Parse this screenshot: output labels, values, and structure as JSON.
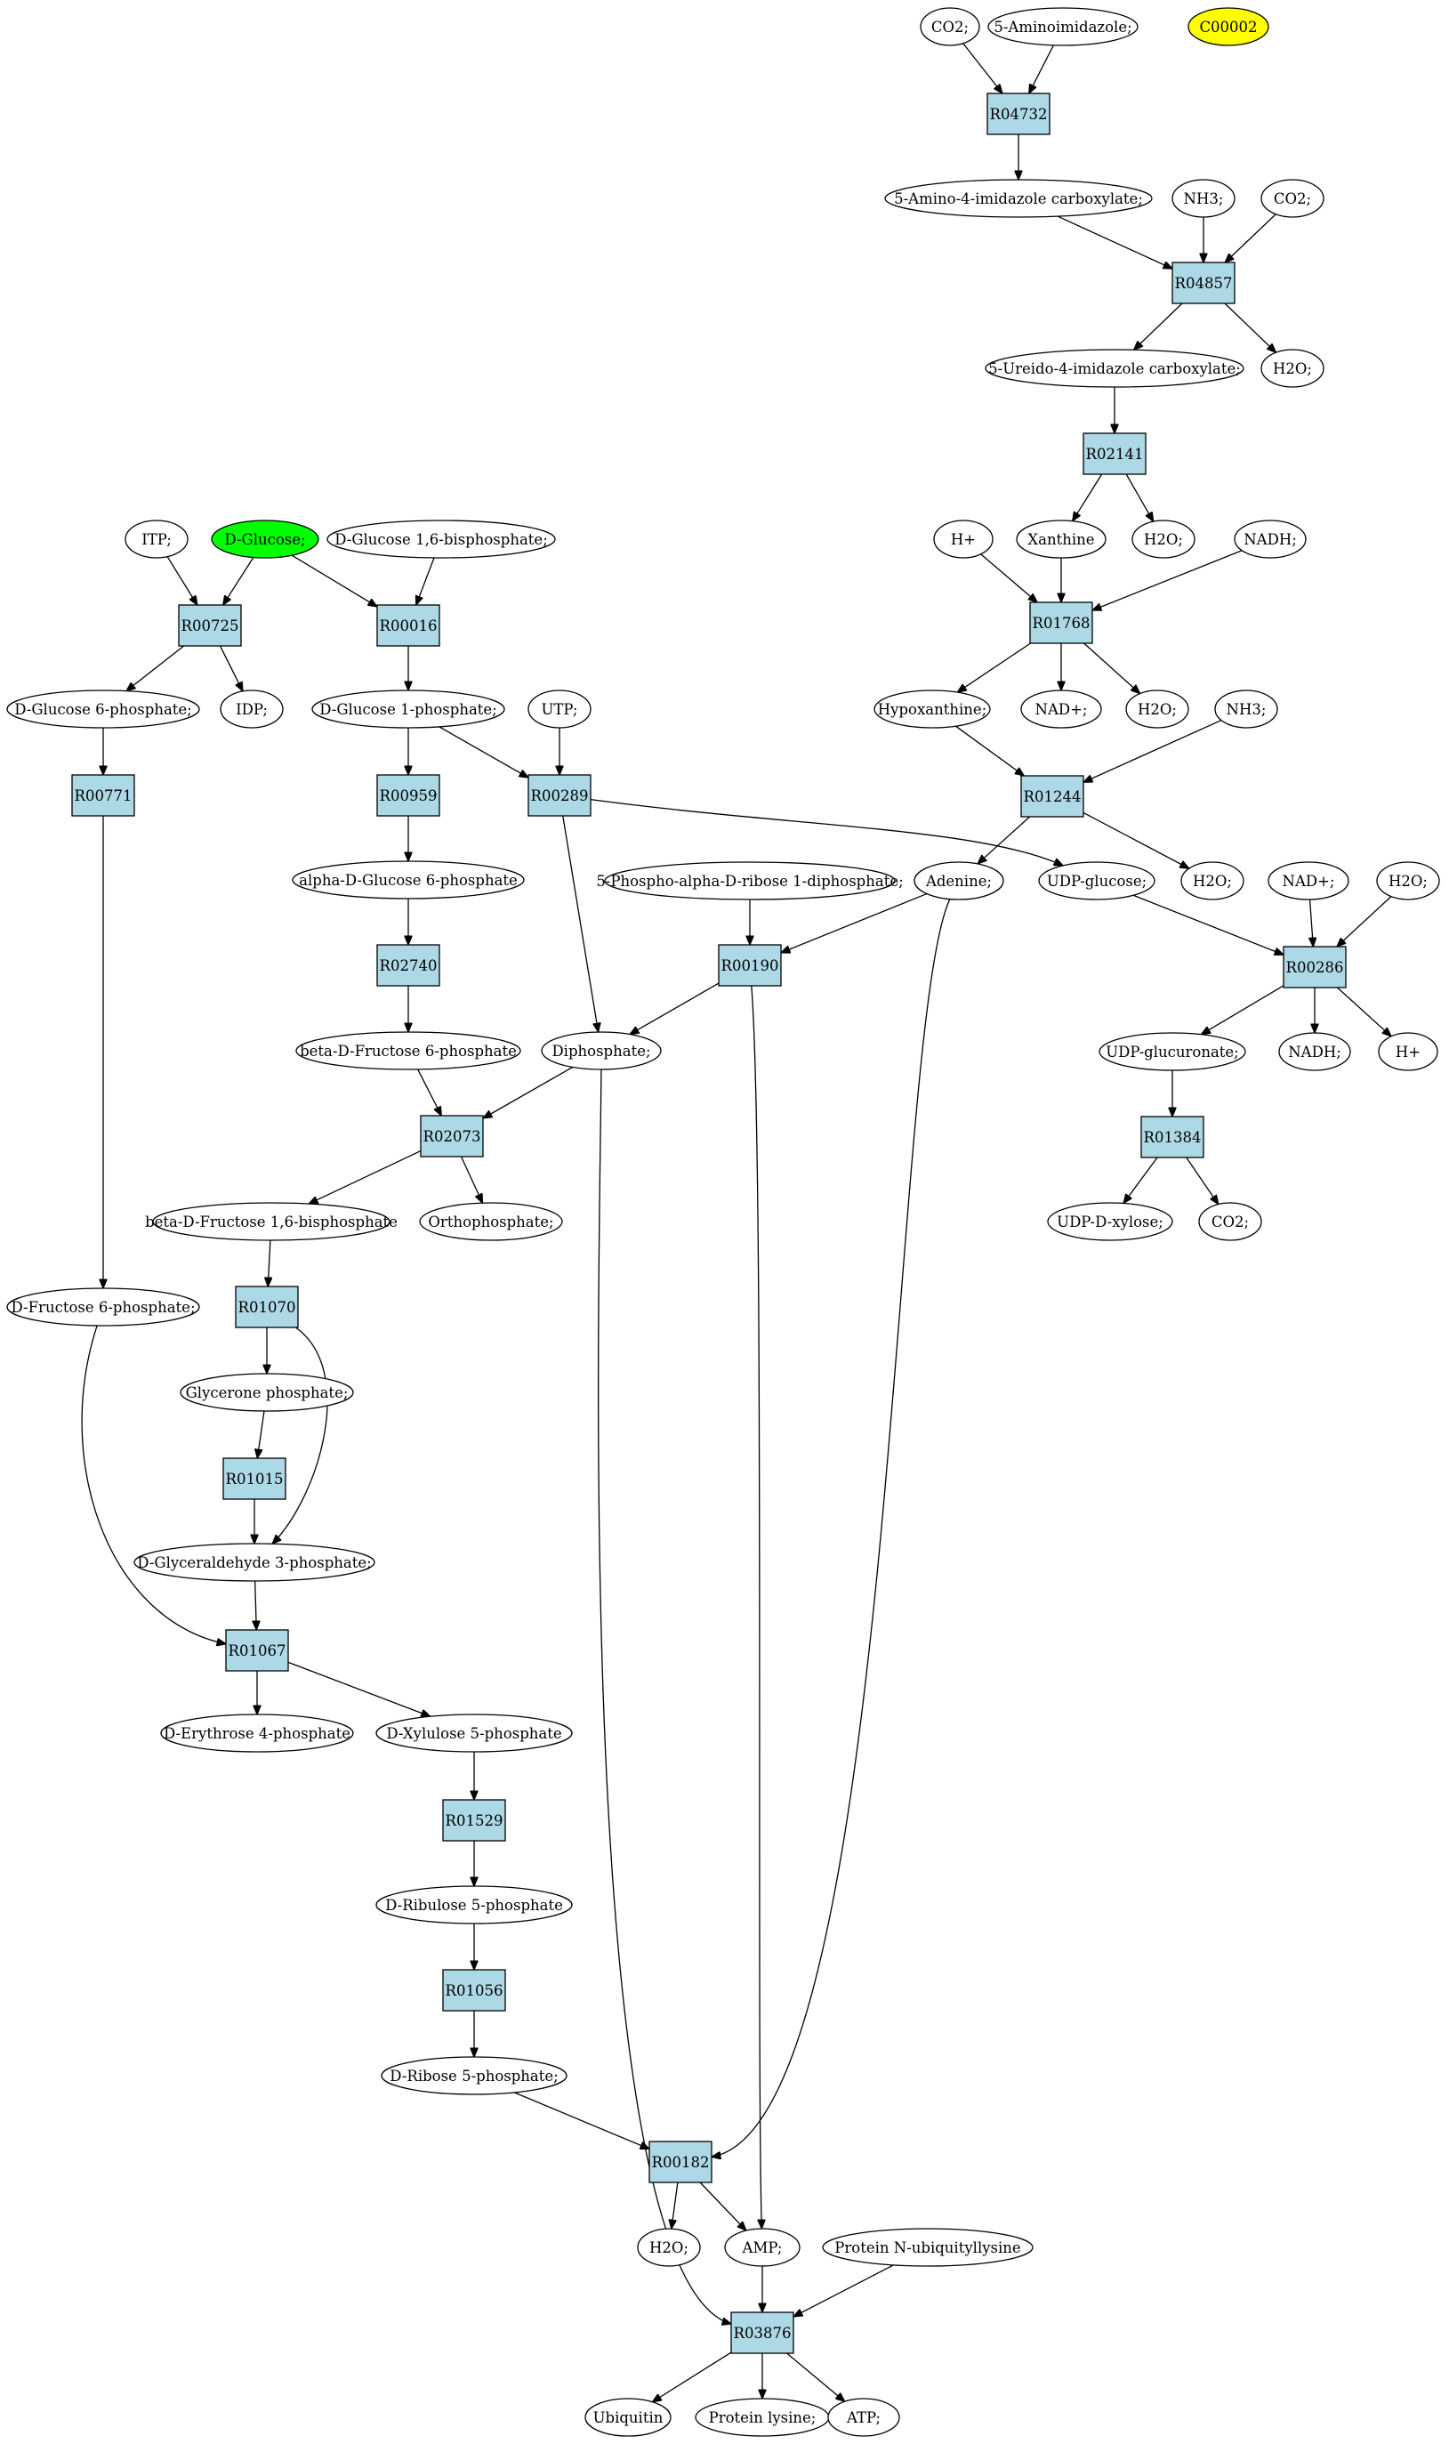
{
  "colors": {
    "reaction_fill": "#add8e6",
    "compound_fill": "#ffffff",
    "highlight_green": "#00ff00",
    "highlight_yellow": "#ffff00",
    "edge": "#000000"
  },
  "reactions": [
    {
      "id": "R04732",
      "label": "R04732"
    },
    {
      "id": "R04857",
      "label": "R04857"
    },
    {
      "id": "R02141",
      "label": "R02141"
    },
    {
      "id": "R01768",
      "label": "R01768"
    },
    {
      "id": "R01244",
      "label": "R01244"
    },
    {
      "id": "R00286",
      "label": "R00286"
    },
    {
      "id": "R01384",
      "label": "R01384"
    },
    {
      "id": "R00725",
      "label": "R00725"
    },
    {
      "id": "R00016",
      "label": "R00016"
    },
    {
      "id": "R00771",
      "label": "R00771"
    },
    {
      "id": "R00959",
      "label": "R00959"
    },
    {
      "id": "R00289",
      "label": "R00289"
    },
    {
      "id": "R02740",
      "label": "R02740"
    },
    {
      "id": "R00190",
      "label": "R00190"
    },
    {
      "id": "R02073",
      "label": "R02073"
    },
    {
      "id": "R01070",
      "label": "R01070"
    },
    {
      "id": "R01015",
      "label": "R01015"
    },
    {
      "id": "R01067",
      "label": "R01067"
    },
    {
      "id": "R01529",
      "label": "R01529"
    },
    {
      "id": "R01056",
      "label": "R01056"
    },
    {
      "id": "R00182",
      "label": "R00182"
    },
    {
      "id": "R03876",
      "label": "R03876"
    }
  ],
  "compounds": [
    {
      "id": "co2_a",
      "label": "CO2;"
    },
    {
      "id": "aminoimidazole",
      "label": "5-Aminoimidazole;"
    },
    {
      "id": "c00002",
      "label": "C00002",
      "highlight": "yellow"
    },
    {
      "id": "aica",
      "label": "5-Amino-4-imidazole carboxylate;"
    },
    {
      "id": "nh3_a",
      "label": "NH3;"
    },
    {
      "id": "co2_b",
      "label": "CO2;"
    },
    {
      "id": "ureido",
      "label": "5-Ureido-4-imidazole carboxylate;"
    },
    {
      "id": "h2o_a",
      "label": "H2O;"
    },
    {
      "id": "h_plus_a",
      "label": "H+"
    },
    {
      "id": "xanthine",
      "label": "Xanthine"
    },
    {
      "id": "h2o_b",
      "label": "H2O;"
    },
    {
      "id": "nadh_a",
      "label": "NADH;"
    },
    {
      "id": "hypoxanthine",
      "label": "Hypoxanthine;"
    },
    {
      "id": "nad_a",
      "label": "NAD+;"
    },
    {
      "id": "h2o_c",
      "label": "H2O;"
    },
    {
      "id": "nh3_b",
      "label": "NH3;"
    },
    {
      "id": "h2o_d",
      "label": "H2O;"
    },
    {
      "id": "prpp",
      "label": "5-Phospho-alpha-D-ribose 1-diphosphate;"
    },
    {
      "id": "adenine",
      "label": "Adenine;"
    },
    {
      "id": "udp_glucose",
      "label": "UDP-glucose;"
    },
    {
      "id": "nad_b",
      "label": "NAD+;"
    },
    {
      "id": "h2o_e",
      "label": "H2O;"
    },
    {
      "id": "udp_glucuronate",
      "label": "UDP-glucuronate;"
    },
    {
      "id": "nadh_b",
      "label": "NADH;"
    },
    {
      "id": "h_plus_b",
      "label": "H+"
    },
    {
      "id": "udp_xylose",
      "label": "UDP-D-xylose;"
    },
    {
      "id": "co2_c",
      "label": "CO2;"
    },
    {
      "id": "itp",
      "label": "ITP;"
    },
    {
      "id": "d_glucose",
      "label": "D-Glucose;",
      "highlight": "green"
    },
    {
      "id": "glc16bp",
      "label": "D-Glucose 1,6-bisphosphate;"
    },
    {
      "id": "g6p",
      "label": "D-Glucose 6-phosphate;"
    },
    {
      "id": "idp",
      "label": "IDP;"
    },
    {
      "id": "g1p",
      "label": "D-Glucose 1-phosphate;"
    },
    {
      "id": "utp",
      "label": "UTP;"
    },
    {
      "id": "a_g6p",
      "label": "alpha-D-Glucose 6-phosphate"
    },
    {
      "id": "b_f6p",
      "label": "beta-D-Fructose 6-phosphate"
    },
    {
      "id": "diphosphate",
      "label": "Diphosphate;"
    },
    {
      "id": "b_f16bp",
      "label": "beta-D-Fructose 1,6-bisphosphate"
    },
    {
      "id": "orthophosphate",
      "label": "Orthophosphate;"
    },
    {
      "id": "f6p",
      "label": "D-Fructose 6-phosphate;"
    },
    {
      "id": "dhap",
      "label": "Glycerone phosphate;"
    },
    {
      "id": "gap",
      "label": "D-Glyceraldehyde 3-phosphate;"
    },
    {
      "id": "e4p",
      "label": "D-Erythrose 4-phosphate"
    },
    {
      "id": "xu5p",
      "label": "D-Xylulose 5-phosphate"
    },
    {
      "id": "ru5p",
      "label": "D-Ribulose 5-phosphate"
    },
    {
      "id": "r5p",
      "label": "D-Ribose 5-phosphate;"
    },
    {
      "id": "h2o_f",
      "label": "H2O;"
    },
    {
      "id": "amp",
      "label": "AMP;"
    },
    {
      "id": "prot_ub",
      "label": "Protein N-ubiquityllysine"
    },
    {
      "id": "ubiquitin",
      "label": "Ubiquitin"
    },
    {
      "id": "prot_lys",
      "label": "Protein lysine;"
    },
    {
      "id": "atp",
      "label": "ATP;"
    }
  ],
  "edges": [
    {
      "from": "co2_a",
      "to": "R04732"
    },
    {
      "from": "aminoimidazole",
      "to": "R04732"
    },
    {
      "from": "R04732",
      "to": "aica"
    },
    {
      "from": "aica",
      "to": "R04857"
    },
    {
      "from": "nh3_a",
      "to": "R04857"
    },
    {
      "from": "co2_b",
      "to": "R04857"
    },
    {
      "from": "R04857",
      "to": "ureido"
    },
    {
      "from": "R04857",
      "to": "h2o_a"
    },
    {
      "from": "ureido",
      "to": "R02141"
    },
    {
      "from": "R02141",
      "to": "xanthine"
    },
    {
      "from": "R02141",
      "to": "h2o_b"
    },
    {
      "from": "h_plus_a",
      "to": "R01768"
    },
    {
      "from": "xanthine",
      "to": "R01768"
    },
    {
      "from": "nadh_a",
      "to": "R01768"
    },
    {
      "from": "R01768",
      "to": "hypoxanthine"
    },
    {
      "from": "R01768",
      "to": "nad_a"
    },
    {
      "from": "R01768",
      "to": "h2o_c"
    },
    {
      "from": "hypoxanthine",
      "to": "R01244"
    },
    {
      "from": "nh3_b",
      "to": "R01244"
    },
    {
      "from": "R01244",
      "to": "adenine"
    },
    {
      "from": "R01244",
      "to": "h2o_d"
    },
    {
      "from": "udp_glucose",
      "to": "R00286"
    },
    {
      "from": "nad_b",
      "to": "R00286"
    },
    {
      "from": "h2o_e",
      "to": "R00286"
    },
    {
      "from": "R00286",
      "to": "udp_glucuronate"
    },
    {
      "from": "R00286",
      "to": "nadh_b"
    },
    {
      "from": "R00286",
      "to": "h_plus_b"
    },
    {
      "from": "udp_glucuronate",
      "to": "R01384"
    },
    {
      "from": "R01384",
      "to": "udp_xylose"
    },
    {
      "from": "R01384",
      "to": "co2_c"
    },
    {
      "from": "itp",
      "to": "R00725"
    },
    {
      "from": "d_glucose",
      "to": "R00725"
    },
    {
      "from": "d_glucose",
      "to": "R00016"
    },
    {
      "from": "glc16bp",
      "to": "R00016"
    },
    {
      "from": "R00725",
      "to": "g6p"
    },
    {
      "from": "R00725",
      "to": "idp"
    },
    {
      "from": "R00016",
      "to": "g1p"
    },
    {
      "from": "g6p",
      "to": "R00771"
    },
    {
      "from": "R00771",
      "to": "f6p"
    },
    {
      "from": "g1p",
      "to": "R00959"
    },
    {
      "from": "g1p",
      "to": "R00289"
    },
    {
      "from": "utp",
      "to": "R00289"
    },
    {
      "from": "R00289",
      "to": "udp_glucose"
    },
    {
      "from": "R00289",
      "to": "diphosphate"
    },
    {
      "from": "R00959",
      "to": "a_g6p"
    },
    {
      "from": "a_g6p",
      "to": "R02740"
    },
    {
      "from": "R02740",
      "to": "b_f6p"
    },
    {
      "from": "prpp",
      "to": "R00190"
    },
    {
      "from": "adenine",
      "to": "R00190"
    },
    {
      "from": "R00190",
      "to": "diphosphate"
    },
    {
      "from": "R00190",
      "to": "amp"
    },
    {
      "from": "b_f6p",
      "to": "R02073"
    },
    {
      "from": "diphosphate",
      "to": "R02073"
    },
    {
      "from": "R02073",
      "to": "b_f16bp"
    },
    {
      "from": "R02073",
      "to": "orthophosphate"
    },
    {
      "from": "b_f16bp",
      "to": "R01070"
    },
    {
      "from": "R01070",
      "to": "dhap"
    },
    {
      "from": "R01070",
      "to": "gap"
    },
    {
      "from": "dhap",
      "to": "R01015"
    },
    {
      "from": "R01015",
      "to": "gap"
    },
    {
      "from": "gap",
      "to": "R01067"
    },
    {
      "from": "f6p",
      "to": "R01067"
    },
    {
      "from": "R01067",
      "to": "e4p"
    },
    {
      "from": "R01067",
      "to": "xu5p"
    },
    {
      "from": "xu5p",
      "to": "R01529"
    },
    {
      "from": "R01529",
      "to": "ru5p"
    },
    {
      "from": "ru5p",
      "to": "R01056"
    },
    {
      "from": "R01056",
      "to": "r5p"
    },
    {
      "from": "r5p",
      "to": "R00182"
    },
    {
      "from": "adenine",
      "to": "R00182"
    },
    {
      "from": "R00182",
      "to": "h2o_f"
    },
    {
      "from": "R00182",
      "to": "amp"
    },
    {
      "from": "amp",
      "to": "R03876"
    },
    {
      "from": "prot_ub",
      "to": "R03876"
    },
    {
      "from": "diphosphate",
      "to": "R03876"
    },
    {
      "from": "R03876",
      "to": "ubiquitin"
    },
    {
      "from": "R03876",
      "to": "prot_lys"
    },
    {
      "from": "R03876",
      "to": "atp"
    }
  ]
}
